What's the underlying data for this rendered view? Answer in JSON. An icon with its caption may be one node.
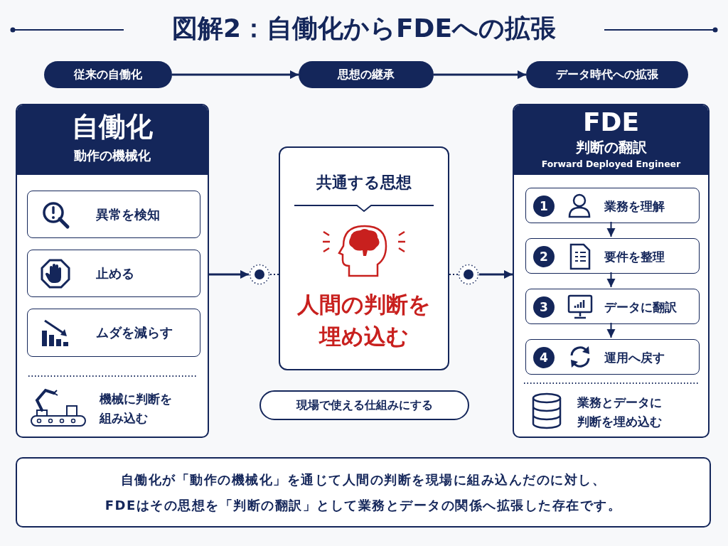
{
  "diagram": {
    "title": "図解2：自働化からFDEへの拡張",
    "nodes": [
      {
        "text": [
          "従来の自働化"
        ]
      },
      {
        "text": [
          "思想の継承"
        ]
      },
      {
        "text": [
          "データ時代への拡張"
        ]
      },
      {
        "text": [
          "自働化",
          "動作の機械化"
        ]
      },
      {
        "text": [
          "異常を検知"
        ],
        "in": 3
      },
      {
        "text": [
          "止める"
        ],
        "in": 3
      },
      {
        "text": [
          "ムダを減らす"
        ],
        "in": 3
      },
      {
        "text": [
          "共通する思想",
          "人間の判断を埋め込む"
        ]
      },
      {
        "text": [],
        "shape": "circle"
      },
      {
        "text": [],
        "shape": "circle"
      },
      {
        "text": [
          "FDE",
          "判断の翻訳",
          "Forward Deployed Engineer"
        ]
      },
      {
        "text": [
          "1",
          "業務を理解"
        ],
        "in": 10
      },
      {
        "text": [
          "2",
          "要件を整理"
        ],
        "in": 10
      },
      {
        "text": [
          "3",
          "データに翻訳"
        ],
        "in": 10
      },
      {
        "text": [
          "4",
          "運用へ戻す"
        ],
        "in": 10
      },
      {
        "text": [
          "現場で使える仕組みにする"
        ]
      },
      {
        "text": [
          "自働化が「動作の機械化」を通じて人間の判断を現場に組み込んだのに対し、FDEはその思想を「判断の翻訳」として業務とデータの関係へ拡張した存在です。"
        ]
      }
    ],
    "edges": [
      {
        "from": 0,
        "to": 1,
        "arrow": "to"
      },
      {
        "from": 1,
        "to": 2,
        "arrow": "to"
      },
      {
        "from": 3,
        "to": 8,
        "arrow": "to"
      },
      {
        "from": 8,
        "to": 7,
        "arrow": "none",
        "style": "dashed"
      },
      {
        "from": 7,
        "to": 9,
        "arrow": "none",
        "style": "dashed"
      },
      {
        "from": 9,
        "to": 10,
        "arrow": "to"
      },
      {
        "from": 11,
        "to": 12,
        "arrow": "to"
      },
      {
        "from": 12,
        "to": 13,
        "arrow": "to"
      },
      {
        "from": 13,
        "to": 14,
        "arrow": "to"
      }
    ],
    "labels": [
      "機械に判断を組み込む",
      "業務とデータに判断を埋め込む"
    ]
  }
}
